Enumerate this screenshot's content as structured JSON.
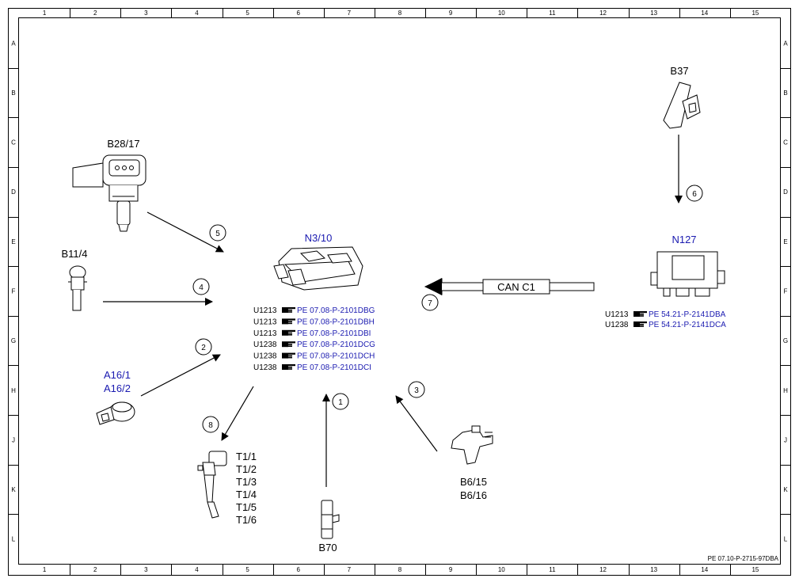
{
  "grid": {
    "columns": [
      "1",
      "2",
      "3",
      "4",
      "5",
      "6",
      "7",
      "8",
      "9",
      "10",
      "11",
      "12",
      "13",
      "14",
      "15"
    ],
    "rows": [
      "A",
      "B",
      "C",
      "D",
      "E",
      "F",
      "G",
      "H",
      "J",
      "K",
      "L"
    ]
  },
  "components": {
    "b28_17": "B28/17",
    "b11_4": "B11/4",
    "a16": [
      "A16/1",
      "A16/2"
    ],
    "t1": [
      "T1/1",
      "T1/2",
      "T1/3",
      "T1/4",
      "T1/5",
      "T1/6"
    ],
    "b70": "B70",
    "b6": [
      "B6/15",
      "B6/16"
    ],
    "b37": "B37",
    "n3_10": "N3/10",
    "n127": "N127"
  },
  "can_label": "CAN C1",
  "n3_10_refs": [
    {
      "code": "U1213",
      "link": "PE 07.08-P-2101DBG"
    },
    {
      "code": "U1213",
      "link": "PE 07.08-P-2101DBH"
    },
    {
      "code": "U1213",
      "link": "PE 07.08-P-2101DBI"
    },
    {
      "code": "U1238",
      "link": "PE 07.08-P-2101DCG"
    },
    {
      "code": "U1238",
      "link": "PE 07.08-P-2101DCH"
    },
    {
      "code": "U1238",
      "link": "PE 07.08-P-2101DCI"
    }
  ],
  "n127_refs": [
    {
      "code": "U1213",
      "link": "PE 54.21-P-2141DBA"
    },
    {
      "code": "U1238",
      "link": "PE 54.21-P-2141DCA"
    }
  ],
  "signals": [
    "1",
    "2",
    "3",
    "4",
    "5",
    "6",
    "7",
    "8"
  ],
  "footer_ref": "PE 07.10-P-2715-97DBA",
  "colors": {
    "link": "#1a1ab0",
    "line": "#000000"
  }
}
